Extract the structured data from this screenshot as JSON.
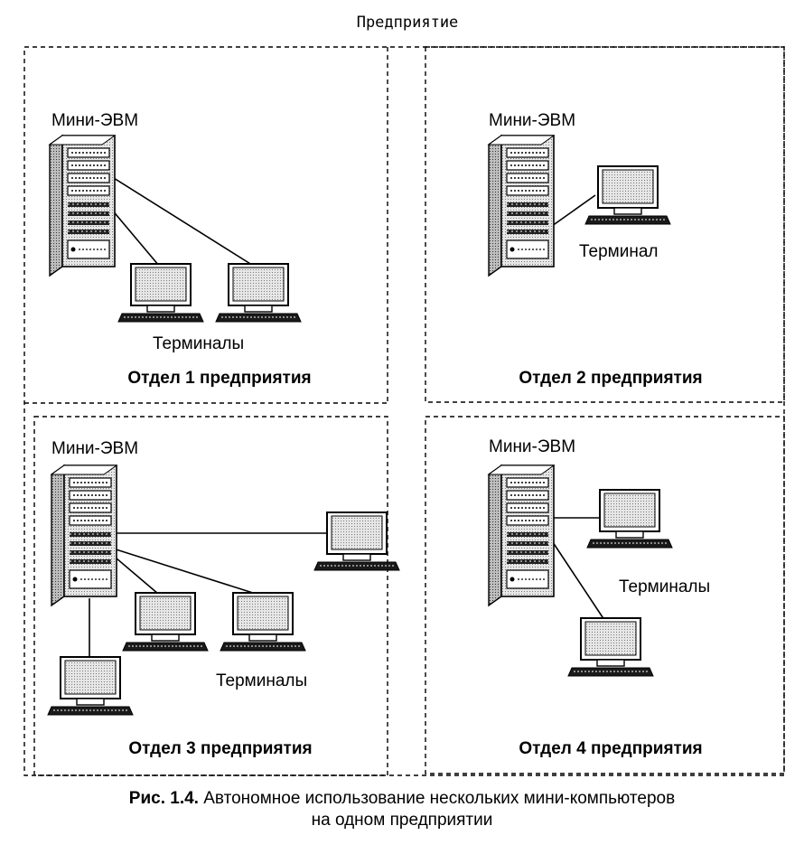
{
  "title": "Предприятие",
  "departments": [
    {
      "minicomputer_label": "Мини-ЭВМ",
      "terminal_label": "Терминалы",
      "department_label": "Отдел 1 предприятия"
    },
    {
      "minicomputer_label": "Мини-ЭВМ",
      "terminal_label": "Терминал",
      "department_label": "Отдел 2 предприятия"
    },
    {
      "minicomputer_label": "Мини-ЭВМ",
      "terminal_label": "Терминалы",
      "department_label": "Отдел 3 предприятия"
    },
    {
      "minicomputer_label": "Мини-ЭВМ",
      "terminal_label": "Терминалы",
      "department_label": "Отдел 4 предприятия"
    }
  ],
  "caption": {
    "prefix": "Рис. 1.4.",
    "line1": "Автономное использование нескольких мини-компьютеров",
    "line2": "на одном предприятии"
  },
  "colors": {
    "ink": "#000000",
    "screen": "#d4d4d4",
    "background": "#ffffff"
  }
}
